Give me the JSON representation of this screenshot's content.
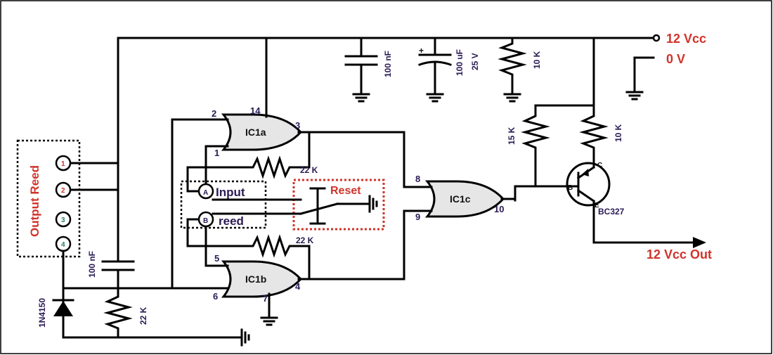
{
  "rails": {
    "vcc": "12 Vcc",
    "zero": "0 V",
    "out": "12 Vcc Out"
  },
  "connector": {
    "title": "Output Reed",
    "pins": [
      "1",
      "2",
      "3",
      "4"
    ]
  },
  "capacitors": {
    "c1": "100 nF",
    "c2": "100 uF",
    "c2_voltage": "25 V",
    "c3": "100 nF"
  },
  "resistors": {
    "r_top": "10 K",
    "r_base": "15 K",
    "r_bias": "10 K",
    "r_fb_a": "22 K",
    "r_fb_b": "22 K",
    "r_bottom": "22 K"
  },
  "diode": "1N4150",
  "transistor": {
    "label": "BC327",
    "b": "B",
    "c": "C",
    "e": "E"
  },
  "gates": {
    "a": "IC1a",
    "b": "IC1b",
    "c": "IC1c"
  },
  "pins": {
    "p2": "2",
    "p14": "14",
    "p3": "3",
    "p1": "1",
    "p8": "8",
    "p9": "9",
    "p10": "10",
    "p5": "5",
    "p6": "6",
    "p7": "7",
    "p4": "4"
  },
  "switch": {
    "a": "A",
    "b": "B",
    "input": "Input",
    "reed": "reed",
    "reset": "Reset"
  },
  "colors": {
    "accent_red": "#d0332a",
    "pin_text": "#2a1a55",
    "gate_fill": "#e6e6e6"
  }
}
